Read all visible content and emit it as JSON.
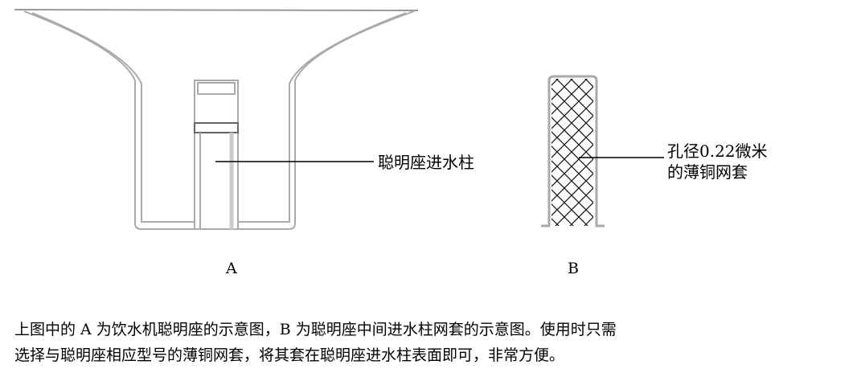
{
  "figure_a": {
    "label": "A",
    "callout": "聪明座进水柱"
  },
  "figure_b": {
    "label": "B",
    "callout_line1": "孔径0.22微米",
    "callout_line2": "的薄铜网套"
  },
  "caption": {
    "line1": "上图中的 A 为饮水机聪明座的示意图，B 为聪明座中间进水柱网套的示意图。使用时只需",
    "line2": "选择与聪明座相应型号的薄铜网套，将其套在聪明座进水柱表面即可，非常方便。"
  }
}
